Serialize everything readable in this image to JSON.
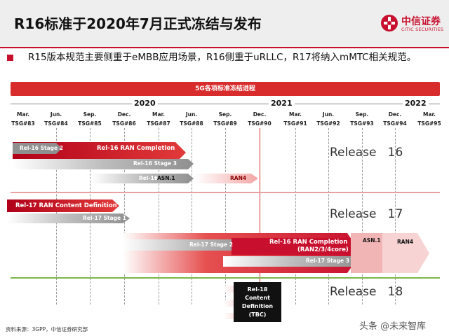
{
  "header": {
    "title": "R16标准于2020年7月正式冻结与发布",
    "logo_cn": "中信证券",
    "logo_en": "CITIC SECURITIES"
  },
  "bullet": {
    "text": "R15版本规范主要侧重于eMBB应用场景，R16侧重于uRLLC，R17将纳入mMTC相关规范。"
  },
  "timeline": {
    "banner": "5G各项标准冻结进程",
    "years": [
      "2020",
      "2021",
      "2022"
    ],
    "ticks": [
      {
        "month": "Mar.",
        "tsg": "TSG#83"
      },
      {
        "month": "Jun.",
        "tsg": "TSG#84"
      },
      {
        "month": "Sep.",
        "tsg": "TSG#85"
      },
      {
        "month": "Dec.",
        "tsg": "TSG#86"
      },
      {
        "month": "Mar.",
        "tsg": "TSG#87"
      },
      {
        "month": "Jun.",
        "tsg": "TSG#88"
      },
      {
        "month": "Sep.",
        "tsg": "TSG#89"
      },
      {
        "month": "Dec.",
        "tsg": "TSG#90"
      },
      {
        "month": "Mar.",
        "tsg": "TSG#91"
      },
      {
        "month": "Jun.",
        "tsg": "TSG#92"
      },
      {
        "month": "Sep.",
        "tsg": "TSG#93"
      },
      {
        "month": "Dec.",
        "tsg": "TSG#94"
      },
      {
        "month": "Mar.",
        "tsg": "TSG#95"
      }
    ],
    "releases": {
      "r16": "Release   16",
      "r17": "Release   17",
      "r18": "Release   18"
    },
    "bars": {
      "rel16_stage2": "Rel-16 Stage 2",
      "rel16_ran_completion": "Rel-16 RAN Completion",
      "rel16_stage3": "Rel-16 Stage 3",
      "rel16_asn1_prefix": "Rel-16",
      "rel16_asn1": "ASN.1",
      "rel16_ran4": "RAN4",
      "rel17_content_def": "Rel-17 RAN Content Definition",
      "rel17_stage1": "Rel-17 Stage 1",
      "rel17_stage2": "Rel-17 Stage 2",
      "rel16_ran_completion_2": "Rel-16 RAN Completion",
      "rel16_ran_completion_2_sub": "(RAN2/3/4core)",
      "rel17_stage3": "Rel-17 Stage 3",
      "rel17_asn1": "ASN.1",
      "rel17_ran4": "RAN4",
      "rel18_line1": "Rel-18",
      "rel18_line2": "Content",
      "rel18_line3": "Definition",
      "rel18_line4": "(TBC)"
    }
  },
  "footer": {
    "source": "资料来源：3GPP，中信证券研究部",
    "watermark": "头条 @未来智库"
  },
  "colors": {
    "brand_red": "#c8102e",
    "bar_red": "#d82c2c",
    "bar_gray": "#9a9a9a",
    "separator_red": "#e8a0a0",
    "separator_green": "#7ab648"
  }
}
